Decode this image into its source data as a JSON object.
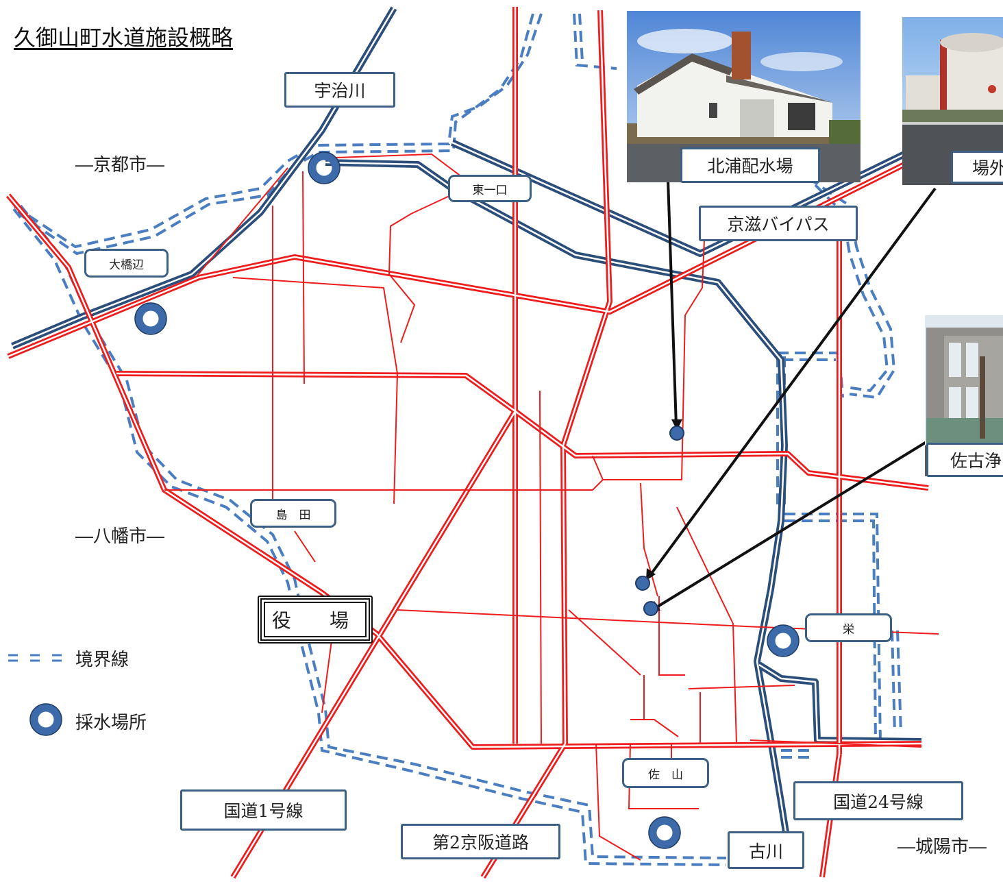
{
  "title": "久御山町水道施設概略",
  "cities": {
    "kyoto": "―京都市―",
    "yawata": "―八幡市―",
    "joyo": "―城陽市―"
  },
  "labels": {
    "ujigawa": "宇治川",
    "higashiichiguchi": "東一口",
    "ohashibe": "大橋辺",
    "keiji_bypass": "京滋バイパス",
    "shimada": "島　田",
    "yakuba": "役　場",
    "sakae": "栄",
    "sayama": "佐　山",
    "route1": "国道1号線",
    "route24": "国道24号線",
    "daini_keihan": "第2京阪道路",
    "furukawa": "古川"
  },
  "photos": {
    "kitaura": "北浦配水場",
    "jogai": "場外",
    "sako": "佐古浄"
  },
  "legend": {
    "boundary": "境界線",
    "intake": "採水場所"
  },
  "colors": {
    "water_main": "#ee1c1c",
    "river": "#2c4e7a",
    "boundary": "#4a7ec0",
    "intake": "#3d6aa8",
    "label_border": "#3c5f84"
  },
  "icons": {
    "intake": "intake-ring-icon",
    "facility": "facility-dot-icon",
    "boundary": "boundary-dash-icon"
  }
}
